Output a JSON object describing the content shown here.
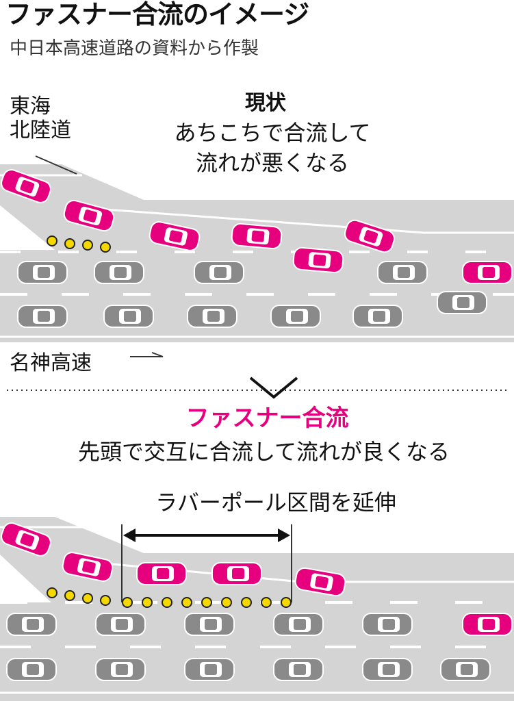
{
  "header": {
    "title": "ファスナー合流のイメージ",
    "source": "中日本高速道路の資料から作製"
  },
  "current": {
    "merge_road_label_line1": "東海",
    "merge_road_label_line2": "北陸道",
    "heading": "現状",
    "desc_line1": "あちこちで合流して",
    "desc_line2": "流れが悪くなる"
  },
  "mainline_label": "名神高速",
  "zipper": {
    "heading": "ファスナー合流",
    "desc": "先頭で交互に合流して流れが良くなる",
    "pole_label": "ラバーポール区間を延伸"
  },
  "colors": {
    "merging_car": "#e6007e",
    "mainline_car": "#8a8a8a",
    "road": "#d4d4d4",
    "rubber_pole": "#f5d800"
  }
}
